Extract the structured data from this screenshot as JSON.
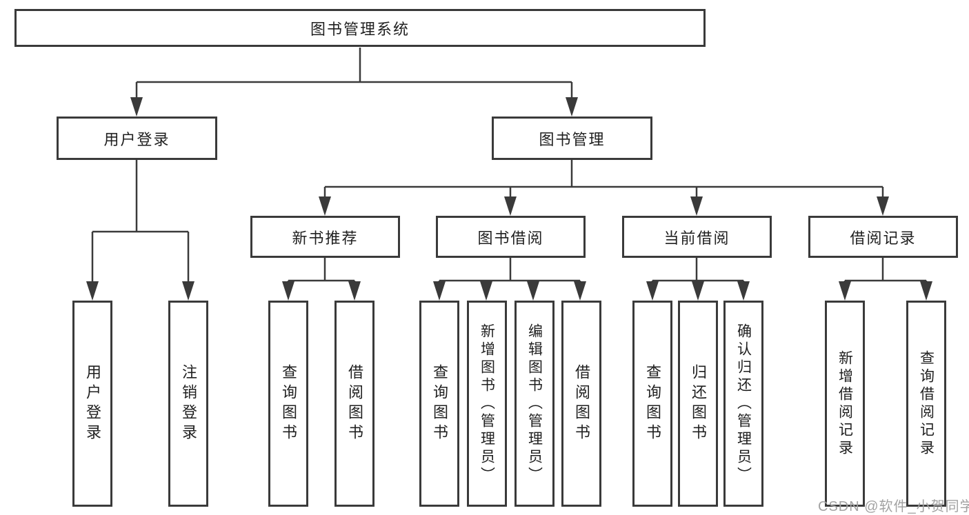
{
  "diagram_title": "图书管理系统",
  "tree": {
    "root": "图书管理系统",
    "children": [
      {
        "label": "用户登录",
        "children": [
          {
            "label": "用户登录"
          },
          {
            "label": "注销登录"
          }
        ]
      },
      {
        "label": "图书管理",
        "children": [
          {
            "label": "新书推荐",
            "children": [
              {
                "label": "查询图书"
              },
              {
                "label": "借阅图书"
              }
            ]
          },
          {
            "label": "图书借阅",
            "children": [
              {
                "label": "查询图书"
              },
              {
                "label": "新增图书（管理员）"
              },
              {
                "label": "编辑图书（管理员）"
              },
              {
                "label": "借阅图书"
              }
            ]
          },
          {
            "label": "当前借阅",
            "children": [
              {
                "label": "查询图书"
              },
              {
                "label": "归还图书"
              },
              {
                "label": "确认归还（管理员）"
              }
            ]
          },
          {
            "label": "借阅记录",
            "children": [
              {
                "label": "新增借阅记录"
              },
              {
                "label": "查询借阅记录"
              }
            ]
          }
        ]
      }
    ]
  },
  "watermark": "CSDN @软件_小贺同学",
  "colors": {
    "line": "#3a3a3a",
    "box_border": "#3a3a3a",
    "text": "#1f1f1f",
    "watermark_text": "#a2a2a2",
    "background": "#ffffff"
  }
}
